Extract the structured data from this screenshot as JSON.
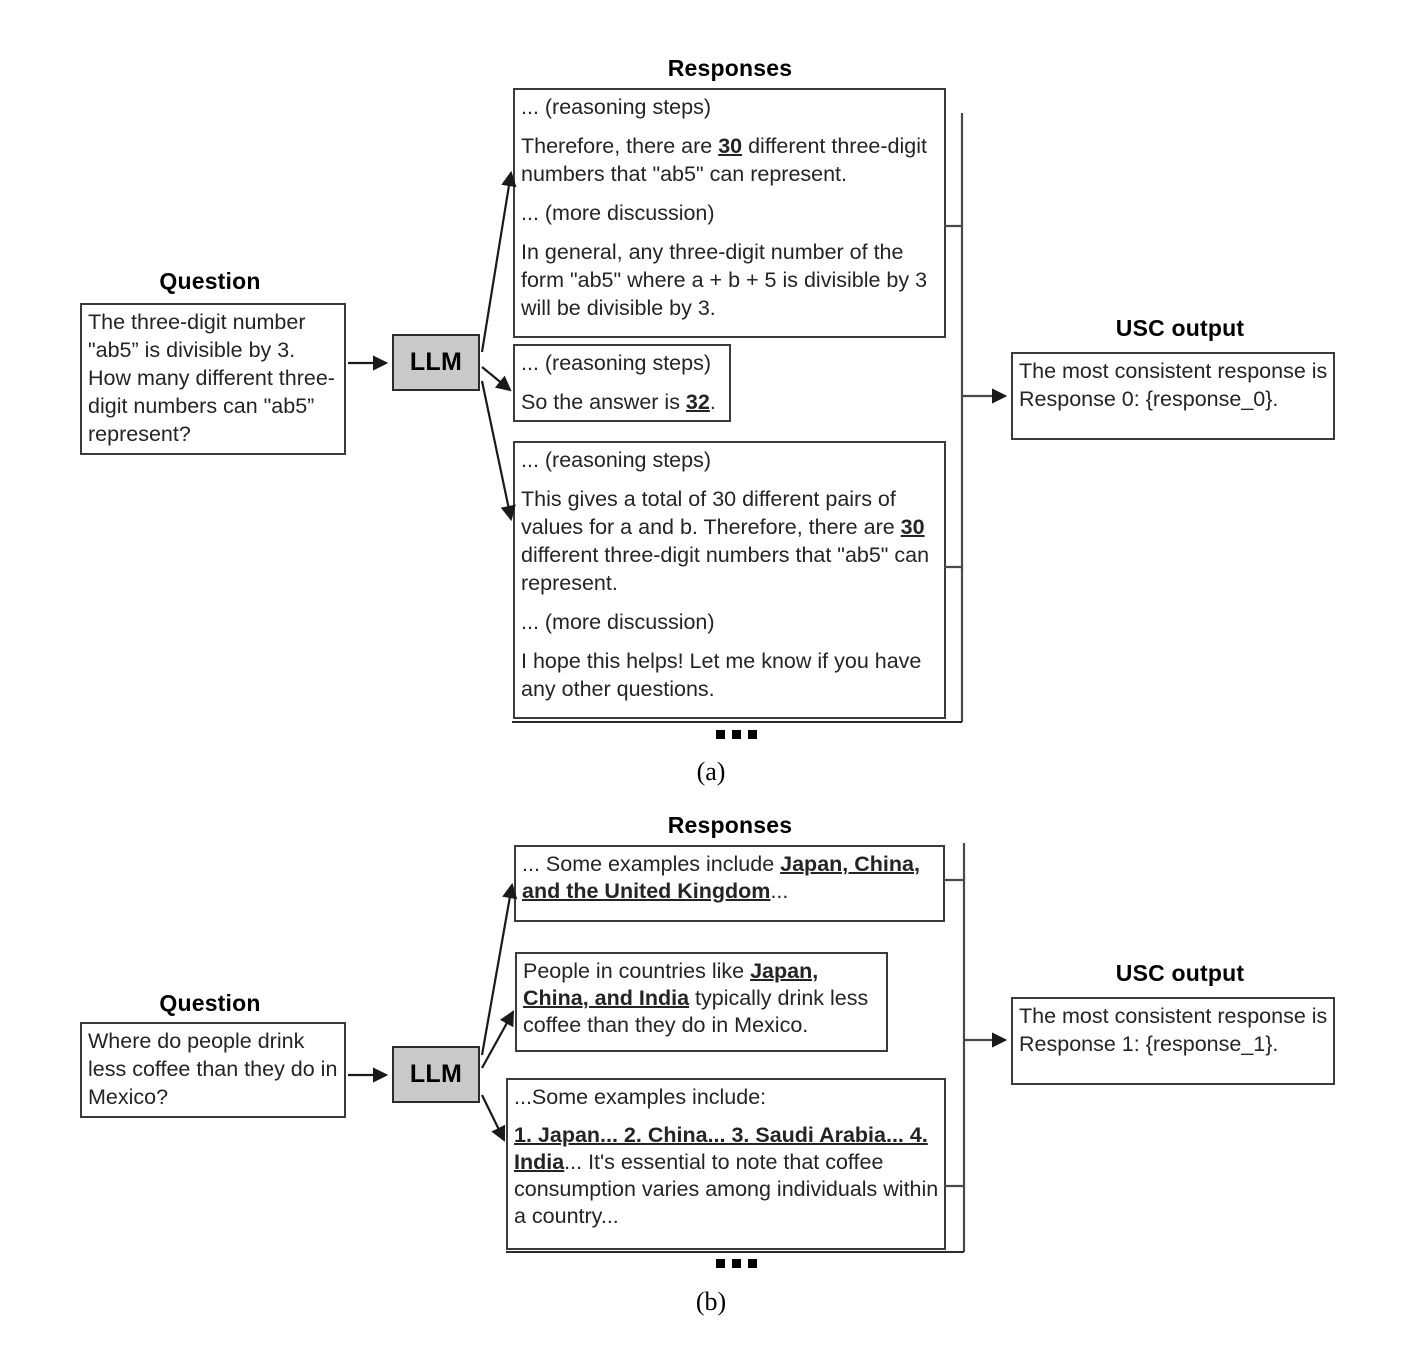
{
  "panels": [
    {
      "id": "a",
      "caption": "(a)",
      "question_header": "Question",
      "responses_header": "Responses",
      "output_header": "USC output",
      "llm_label": "LLM",
      "question_text": "The three-digit number \"ab5” is divisible by 3. How many different three-digit numbers can \"ab5” represent?",
      "responses": [
        {
          "paragraphs": [
            "... (reasoning steps)",
            "Therefore, there are <u>30</u> different three-digit numbers that \"ab5\" can represent.",
            "... (more discussion)",
            "In general, any three-digit number of the form \"ab5\" where a + b + 5 is divisible by 3 will be divisible by 3."
          ]
        },
        {
          "paragraphs": [
            "... (reasoning steps)",
            "So the answer is <u>32</u>."
          ]
        },
        {
          "paragraphs": [
            "... (reasoning steps)",
            "This gives a total of 30 different pairs of values for a and b. Therefore, there are <u>30</u> different three-digit numbers that \"ab5\" can represent.",
            "... (more discussion)",
            "I hope this helps! Let me know if you have any other questions."
          ]
        }
      ],
      "ellipsis": "...",
      "output_text": "The most consistent response is Response 0: {response_0}."
    },
    {
      "id": "b",
      "caption": "(b)",
      "question_header": "Question",
      "responses_header": "Responses",
      "output_header": "USC output",
      "llm_label": "LLM",
      "question_text": "Where do people drink less coffee than they do in Mexico?",
      "responses": [
        {
          "paragraphs": [
            "... Some examples include <u>Japan, China, and the United Kingdom</u>..."
          ]
        },
        {
          "paragraphs": [
            "People in countries like <u>Japan, China, and India</u> typically drink less coffee than they do in Mexico."
          ]
        },
        {
          "paragraphs": [
            "...Some examples include:",
            "<u>1. Japan... 2. China... 3. Saudi Arabia... 4. India</u>... It's essential to note that coffee consumption varies among individuals within a country..."
          ]
        }
      ],
      "ellipsis": "...",
      "output_text": "The most consistent response is Response 1: {response_1}."
    }
  ],
  "colors": {
    "llm_fill": "#c9c9c9",
    "stroke": "#3a3a3a",
    "text": "#242424",
    "background": "#ffffff"
  }
}
